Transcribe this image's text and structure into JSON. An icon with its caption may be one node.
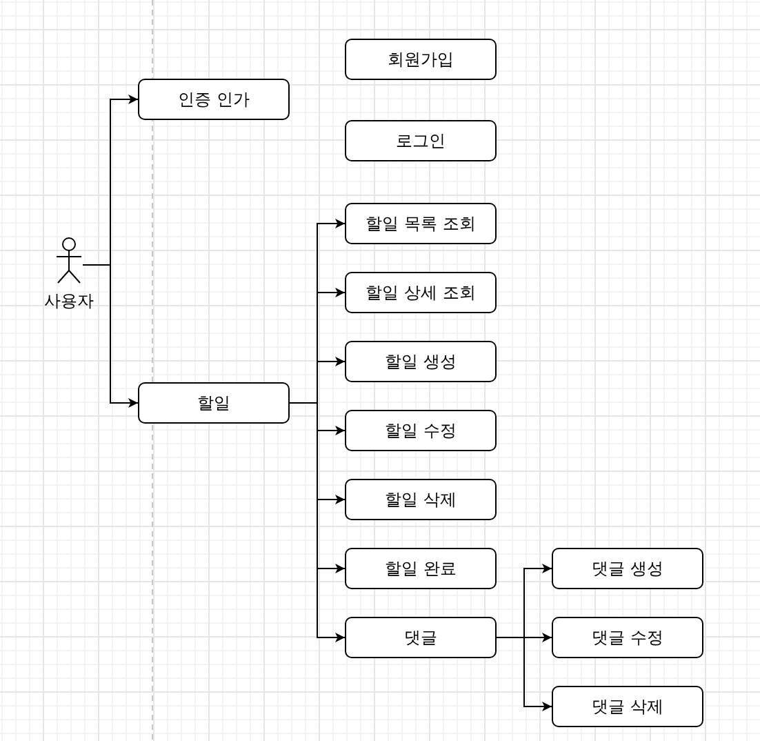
{
  "diagram": {
    "nodes": [
      {
        "text": [
          "사용자"
        ]
      },
      {
        "text": [
          "회원가입"
        ]
      },
      {
        "text": [
          "인증 인가"
        ]
      },
      {
        "text": [
          "로그인"
        ]
      },
      {
        "text": [
          "할일 목록 조회"
        ]
      },
      {
        "text": [
          "할일 상세 조회"
        ]
      },
      {
        "text": [
          "할일 생성"
        ]
      },
      {
        "text": [
          "할일"
        ]
      },
      {
        "text": [
          "할일 수정"
        ]
      },
      {
        "text": [
          "할일 삭제"
        ]
      },
      {
        "text": [
          "할일 완료"
        ]
      },
      {
        "text": [
          "댓글 생성"
        ]
      },
      {
        "text": [
          "댓글"
        ]
      },
      {
        "text": [
          "댓글 수정"
        ]
      },
      {
        "text": [
          "댓글 삭제"
        ]
      }
    ],
    "edges": [
      {
        "from": 0,
        "to": 2,
        "arrow": "to"
      },
      {
        "from": 0,
        "to": 7,
        "arrow": "to"
      },
      {
        "from": 7,
        "to": 4,
        "arrow": "to"
      },
      {
        "from": 7,
        "to": 5,
        "arrow": "to"
      },
      {
        "from": 7,
        "to": 6,
        "arrow": "to"
      },
      {
        "from": 7,
        "to": 8,
        "arrow": "to"
      },
      {
        "from": 7,
        "to": 9,
        "arrow": "to"
      },
      {
        "from": 7,
        "to": 10,
        "arrow": "to"
      },
      {
        "from": 7,
        "to": 12,
        "arrow": "to"
      },
      {
        "from": 12,
        "to": 11,
        "arrow": "to"
      },
      {
        "from": 12,
        "to": 13,
        "arrow": "to"
      },
      {
        "from": 12,
        "to": 14,
        "arrow": "to"
      }
    ]
  }
}
